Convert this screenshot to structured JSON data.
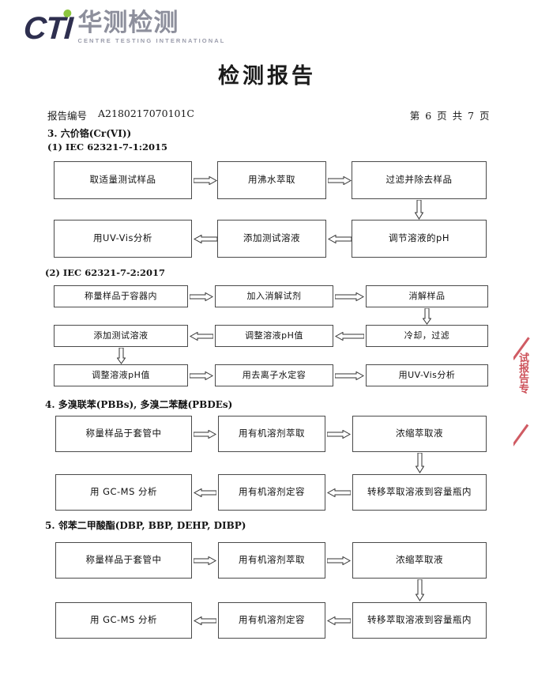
{
  "brand": {
    "logo_text": "CTI",
    "logo_cn": "华测检测",
    "logo_en": "CENTRE TESTING INTERNATIONAL",
    "logo_color": "#2e2f4f",
    "logo_dot_color": "#8cc63e",
    "logo_cn_color": "#8d8f9c"
  },
  "document": {
    "title": "检测报告",
    "report_label": "报告编号",
    "report_number": "A2180217070101C",
    "page_indicator": "第 6 页  共 7 页"
  },
  "sections": [
    {
      "heading": "3. 六价铬(Cr(VI))",
      "subsections": [
        {
          "subheading": "(1) IEC 62321-7-1:2015",
          "steps": [
            "取适量测试样品",
            "用沸水萃取",
            "过滤并除去样品",
            "调节溶液的pH",
            "添加测试溶液",
            "用UV-Vis分析"
          ]
        },
        {
          "subheading": "(2) IEC 62321-7-2:2017",
          "steps": [
            "称量样品于容器内",
            "加入消解试剂",
            "消解样品",
            "冷却，过滤",
            "调整溶液pH值",
            "添加测试溶液",
            "调整溶液pH值",
            "用去离子水定容",
            "用UV-Vis分析"
          ]
        }
      ]
    },
    {
      "heading": "4. 多溴联苯(PBBs), 多溴二苯醚(PBDEs)",
      "subsections": [
        {
          "subheading": "",
          "steps": [
            "称量样品于套管中",
            "用有机溶剂萃取",
            "浓缩萃取液",
            "转移萃取溶液到容量瓶内",
            "用有机溶剂定容",
            "用 GC-MS 分析"
          ]
        }
      ]
    },
    {
      "heading": "5. 邻苯二甲酸酯(DBP, BBP, DEHP, DIBP)",
      "subsections": [
        {
          "subheading": "",
          "steps": [
            "称量样品于套管中",
            "用有机溶剂萃取",
            "浓缩萃取液",
            "转移萃取溶液到容量瓶内",
            "用有机溶剂定容",
            "用 GC-MS 分析"
          ]
        }
      ]
    }
  ],
  "stamp": {
    "text": "试报告专",
    "color": "#c4323c"
  }
}
